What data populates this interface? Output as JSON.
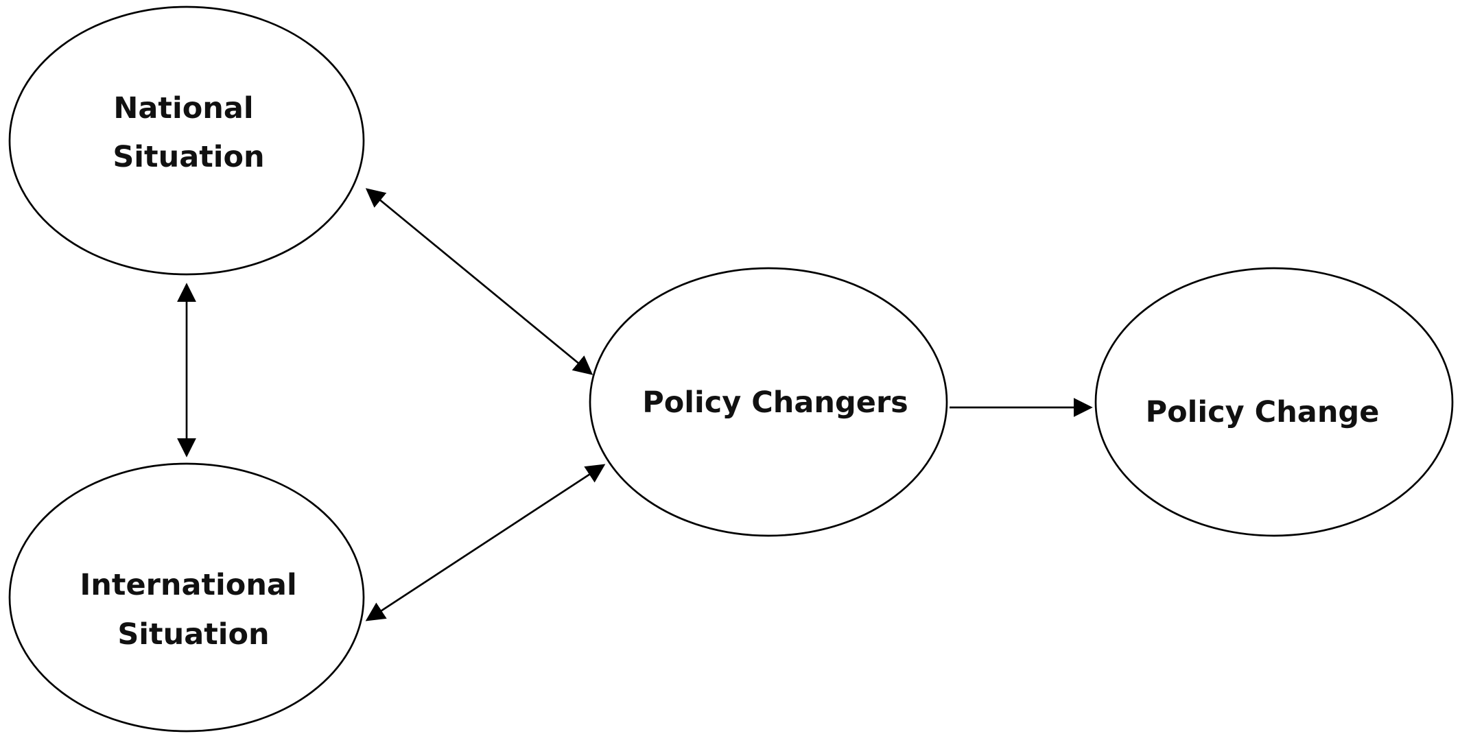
{
  "diagram": {
    "nodes": [
      {
        "id": "national",
        "label_lines": [
          "National",
          "Situation"
        ]
      },
      {
        "id": "international",
        "label_lines": [
          "International",
          "Situation"
        ]
      },
      {
        "id": "changers",
        "label_lines": [
          "Policy Changers"
        ]
      },
      {
        "id": "change",
        "label_lines": [
          "Policy Change"
        ]
      }
    ],
    "edges": [
      {
        "from": "national",
        "to": "international",
        "direction": "both"
      },
      {
        "from": "national",
        "to": "changers",
        "direction": "both"
      },
      {
        "from": "international",
        "to": "changers",
        "direction": "both"
      },
      {
        "from": "changers",
        "to": "change",
        "direction": "forward"
      }
    ],
    "colors": {
      "stroke": "#000000",
      "text": "#111111",
      "background": "#ffffff"
    }
  }
}
